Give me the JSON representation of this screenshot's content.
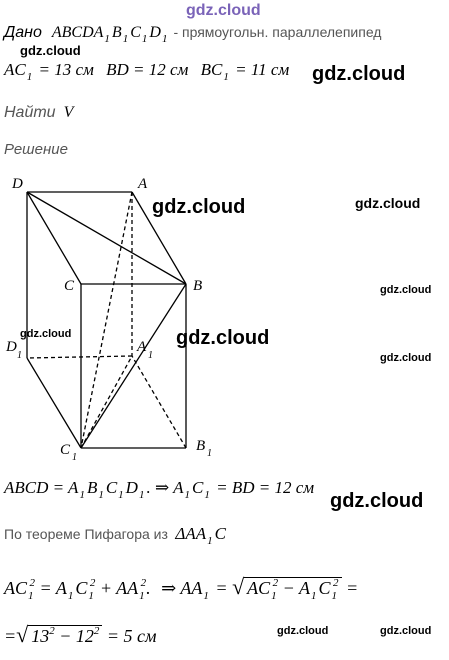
{
  "watermark": {
    "top": "gdz.cloud",
    "text": "gdz.cloud"
  },
  "given": {
    "label": "Дано",
    "figure": "ABCDA",
    "b": "B",
    "c": "C",
    "d": "D",
    "one": "1",
    "desc": "- прямоугольн. параллелепипед",
    "ac1": "AC",
    "ac1_val": "= 13 см",
    "bd": "BD = 12 см",
    "bc1": "BC",
    "bc1_val": "= 11 см"
  },
  "find": {
    "label": "Найти",
    "var": "V"
  },
  "solution": {
    "label": "Решение"
  },
  "figure": {
    "labels": {
      "D": "D",
      "A": "A",
      "C": "C",
      "B": "B",
      "D1": "D",
      "A1": "A",
      "C1": "C",
      "B1": "B",
      "sub": "1"
    }
  },
  "eq1": {
    "left": "ABCD = A",
    "b": "B",
    "c": "C",
    "d": "D",
    "arrow": ". ⇒ A",
    "c1": "C",
    "right": "= BD = 12 см"
  },
  "pyth": {
    "text": "По теореме Пифагора из",
    "tri": "ΔAA",
    "c": "C"
  },
  "eq2": {
    "ac": "AC",
    "eq": "= A",
    "c": "C",
    "plus": "+ AA",
    "dot": ".",
    "arrow": "⇒ AA",
    "rac": "AC",
    "minus": "− A",
    "rc": "C",
    "end": "=",
    "one": "1",
    "two": "2"
  },
  "eq3": {
    "start": "=",
    "radicand": "13",
    "minus": " − 12",
    "two": "2",
    "result": "= 5 см"
  }
}
